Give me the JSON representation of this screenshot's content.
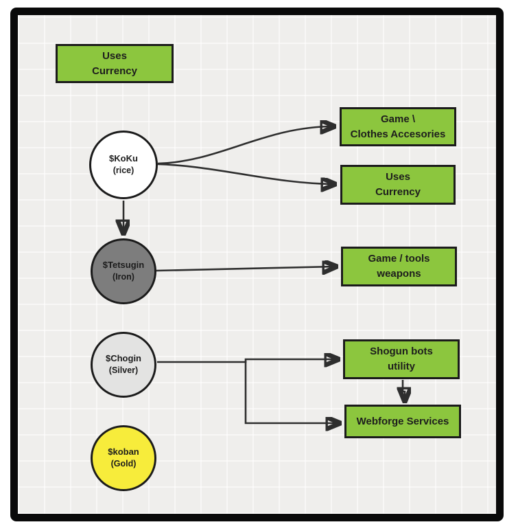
{
  "canvas": {
    "background": "#efeeec",
    "frame_color": "#0a0a0a",
    "accent_green": "#8cc63e",
    "line_color": "#2e2e2e"
  },
  "legend_box": {
    "lines": [
      "Uses",
      "Currency"
    ]
  },
  "nodes": [
    {
      "id": "koku",
      "label": "$KoKu",
      "sublabel": "(rice)",
      "fill": "#ffffff"
    },
    {
      "id": "tetsugin",
      "label": "$Tetsugin",
      "sublabel": "(Iron)",
      "fill": "#7d7d7d"
    },
    {
      "id": "chogin",
      "label": "$Chogin",
      "sublabel": "(Silver)",
      "fill": "#e3e3e2"
    },
    {
      "id": "koban",
      "label": "$koban",
      "sublabel": "(Gold)",
      "fill": "#f7ec3b"
    }
  ],
  "boxes": [
    {
      "id": "game-clothes",
      "lines": [
        "Game \\",
        "Clothes Accesories"
      ]
    },
    {
      "id": "uses-currency",
      "lines": [
        "Uses",
        "Currency"
      ]
    },
    {
      "id": "game-tools",
      "lines": [
        "Game / tools",
        "weapons"
      ]
    },
    {
      "id": "shogun-bots",
      "lines": [
        "Shogun bots",
        "utility"
      ]
    },
    {
      "id": "webforge",
      "lines": [
        "Webforge Services"
      ]
    }
  ],
  "edges": [
    {
      "from": "koku",
      "to": "game-clothes",
      "style": "curved"
    },
    {
      "from": "koku",
      "to": "uses-currency",
      "style": "curved"
    },
    {
      "from": "koku",
      "to": "tetsugin",
      "style": "straight"
    },
    {
      "from": "tetsugin",
      "to": "game-tools",
      "style": "straight"
    },
    {
      "from": "chogin",
      "to": "shogun-bots",
      "style": "orthogonal"
    },
    {
      "from": "chogin",
      "to": "webforge",
      "style": "orthogonal"
    },
    {
      "from": "shogun-bots",
      "to": "webforge",
      "style": "orthogonal"
    }
  ]
}
